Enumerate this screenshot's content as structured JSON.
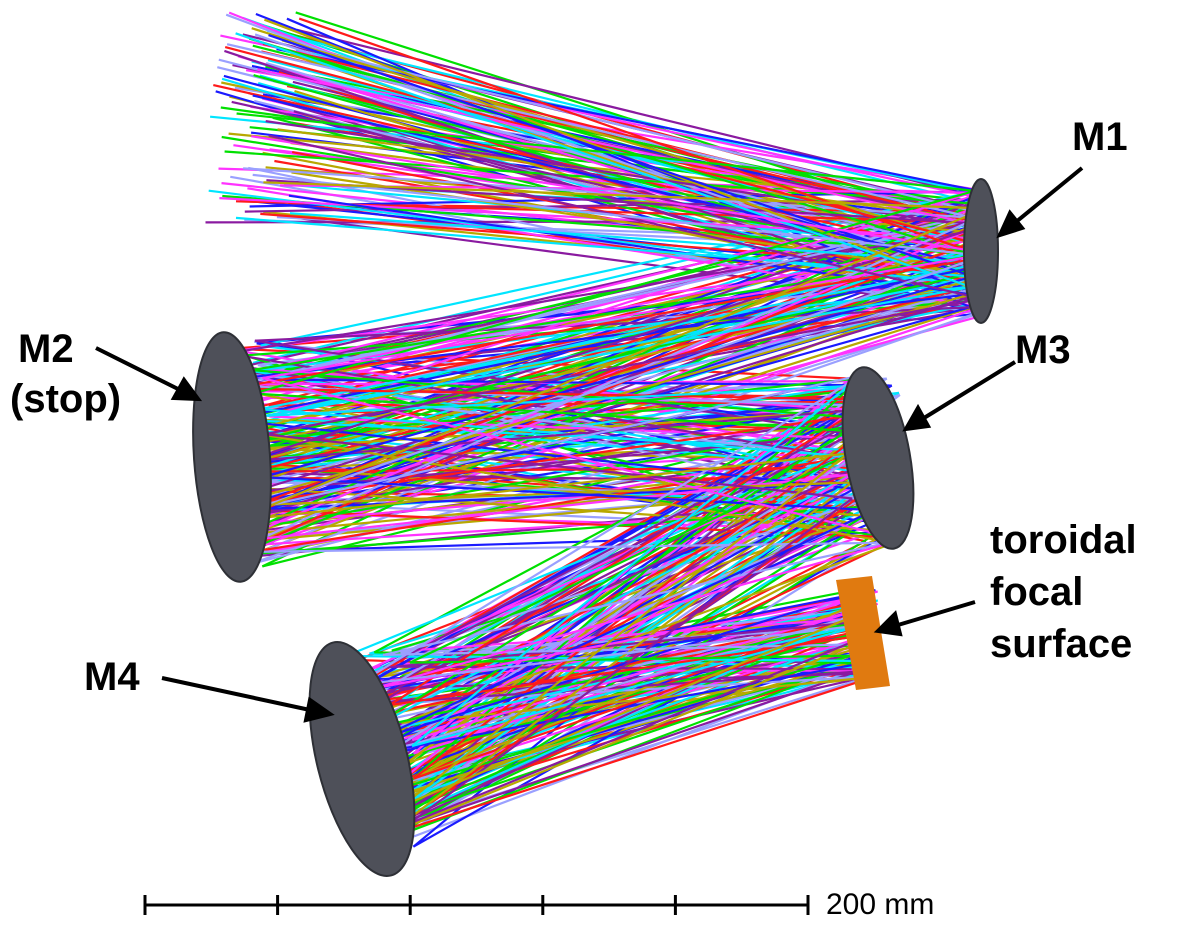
{
  "labels": {
    "m1": "M1",
    "m2_line1": "M2",
    "m2_line2": "(stop)",
    "m3": "M3",
    "m4": "M4",
    "focal_line1": "toroidal",
    "focal_line2": "focal",
    "focal_line3": "surface"
  },
  "scale_bar": {
    "label": "200 mm",
    "divisions": 5
  },
  "colors": {
    "mirror": "#4e5059",
    "mirror_edge": "#2e3036",
    "focal_surface": "#e07a10",
    "rays": [
      "#1a1aff",
      "#ff1a1a",
      "#00e000",
      "#00e5ff",
      "#ff33ff",
      "#8a1aa0",
      "#9aa0ff",
      "#b8a800"
    ]
  }
}
